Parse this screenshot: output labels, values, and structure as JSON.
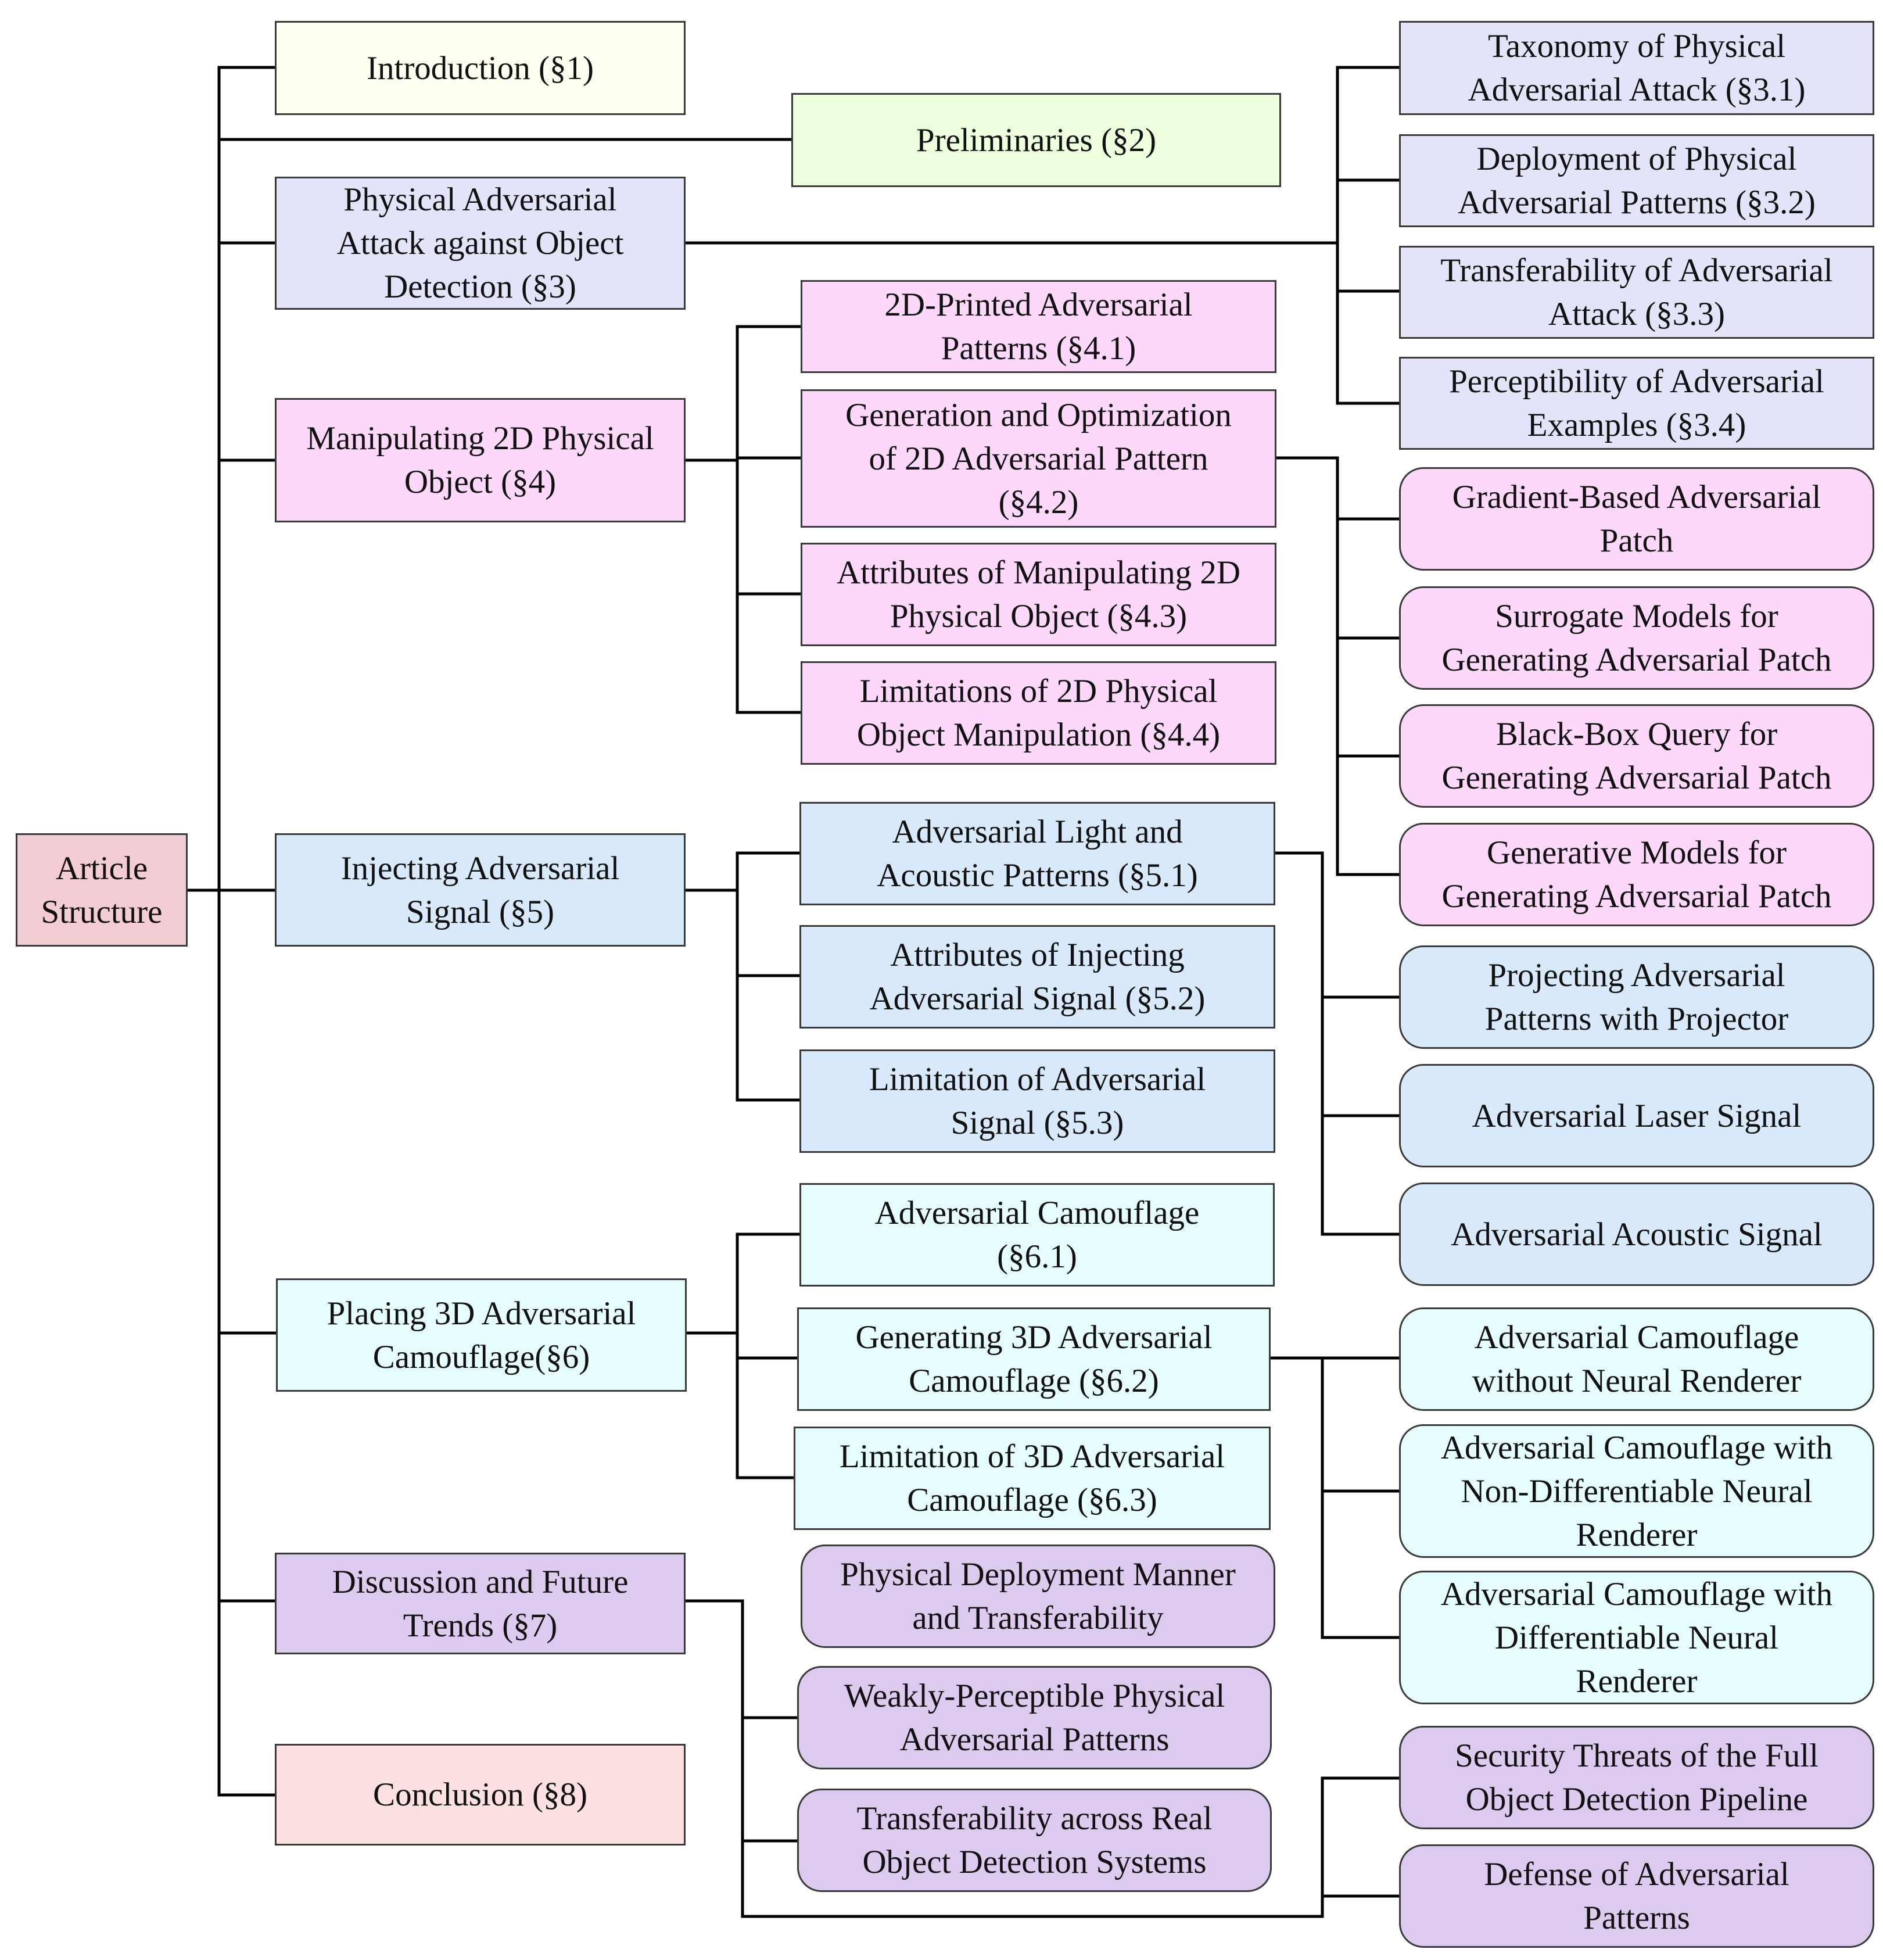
{
  "colors": {
    "root": "#f4ccd4",
    "intro": "#fefff0",
    "prelim": "#eeffdd",
    "sec3": "#e3e3fa",
    "sec4": "#fdd8fa",
    "sec5": "#d7e9fb",
    "sec6": "#e6fdfe",
    "sec7": "#dccbef",
    "sec8": "#fde0e2",
    "line": "#000000"
  },
  "root": {
    "label": "Article\nStructure"
  },
  "level1": {
    "introduction": "Introduction (§1)",
    "preliminaries": "Preliminaries (§2)",
    "physical_attack": "Physical Adversarial\nAttack against Object\nDetection (§3)",
    "manipulating_2d": "Manipulating 2D Physical\nObject (§4)",
    "injecting_signal": "Injecting Adversarial\nSignal (§5)",
    "placing_3d": "Placing 3D Adversarial\nCamouflage(§6)",
    "discussion": "Discussion and Future\nTrends (§7)",
    "conclusion": "Conclusion (§8)"
  },
  "section3": {
    "s3_1": "Taxonomy of Physical\nAdversarial Attack (§3.1)",
    "s3_2": "Deployment of Physical\nAdversarial Patterns (§3.2)",
    "s3_3": "Transferability of Adversarial\nAttack (§3.3)",
    "s3_4": "Perceptibility of Adversarial\nExamples (§3.4)"
  },
  "section4": {
    "s4_1": "2D-Printed Adversarial\nPatterns (§4.1)",
    "s4_2": "Generation and Optimization\nof 2D Adversarial Pattern\n(§4.2)",
    "s4_3": "Attributes of Manipulating 2D\nPhysical Object (§4.3)",
    "s4_4": "Limitations of 2D Physical\nObject Manipulation (§4.4)",
    "methods": [
      "Gradient-Based Adversarial\nPatch",
      "Surrogate Models for\nGenerating Adversarial Patch",
      "Black-Box Query for\nGenerating Adversarial Patch",
      "Generative Models for\nGenerating Adversarial Patch"
    ]
  },
  "section5": {
    "s5_1": "Adversarial Light and\nAcoustic Patterns  (§5.1)",
    "s5_2": "Attributes of Injecting\nAdversarial Signal  (§5.2)",
    "s5_3": "Limitation of Adversarial\nSignal  (§5.3)",
    "methods": [
      "Projecting Adversarial\nPatterns with Projector",
      "Adversarial Laser Signal",
      "Adversarial Acoustic Signal"
    ]
  },
  "section6": {
    "s6_1": "Adversarial Camouflage\n(§6.1)",
    "s6_2": "Generating 3D Adversarial\nCamouflage (§6.2)",
    "s6_3": "Limitation of 3D Adversarial\nCamouflage  (§6.3)",
    "methods": [
      "Adversarial Camouflage\nwithout Neural Renderer",
      "Adversarial Camouflage with\nNon-Differentiable Neural\nRenderer",
      "Adversarial Camouflage with\nDifferentiable Neural\nRenderer"
    ]
  },
  "section7": {
    "topics": [
      "Physical Deployment Manner\nand Transferability",
      "Weakly-Perceptible Physical\nAdversarial Patterns",
      "Transferability across Real\nObject Detection Systems",
      "Security Threats of the Full\nObject Detection Pipeline",
      "Defense of Adversarial\nPatterns"
    ]
  }
}
